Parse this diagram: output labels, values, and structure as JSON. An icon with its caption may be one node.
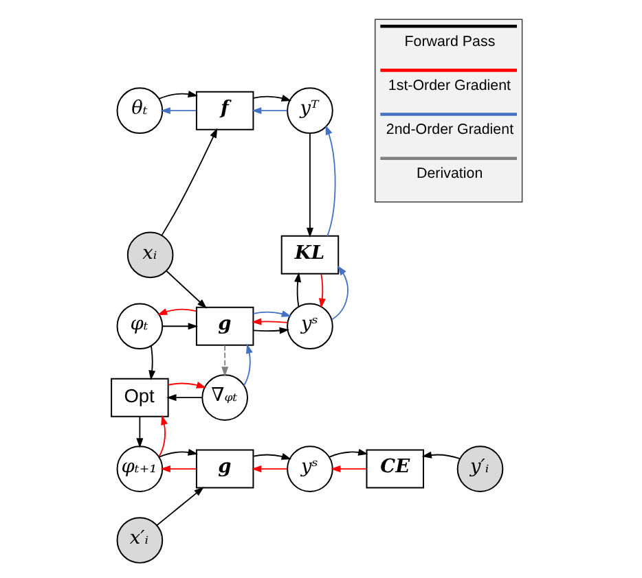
{
  "diagram": {
    "nodes": [
      {
        "text": [
          "θₜ"
        ]
      },
      {
        "text": [
          "f"
        ]
      },
      {
        "text": [
          "yᵀ"
        ]
      },
      {
        "text": [
          "xᵢ"
        ]
      },
      {
        "text": [
          "KL"
        ]
      },
      {
        "text": [
          "φₜ"
        ]
      },
      {
        "text": [
          "g"
        ]
      },
      {
        "text": [
          "yˢ"
        ]
      },
      {
        "text": [
          "Opt"
        ]
      },
      {
        "text": [
          "∇ᵩₜ"
        ]
      },
      {
        "text": [
          "φₜ₊₁"
        ]
      },
      {
        "text": [
          "g"
        ]
      },
      {
        "text": [
          "yˢ"
        ]
      },
      {
        "text": [
          "CE"
        ]
      },
      {
        "text": [
          "y′ᵢ"
        ]
      },
      {
        "text": [
          "x′ᵢ"
        ]
      }
    ],
    "edges": [
      {
        "from": 1,
        "to": 0,
        "arrow": "to",
        "color": "#4472c4"
      },
      {
        "from": 0,
        "to": 1,
        "arrow": "to"
      },
      {
        "from": 2,
        "to": 1,
        "arrow": "to",
        "color": "#4472c4"
      },
      {
        "from": 1,
        "to": 2,
        "arrow": "to"
      },
      {
        "from": 3,
        "to": 1,
        "arrow": "to"
      },
      {
        "from": 2,
        "to": 4,
        "arrow": "to"
      },
      {
        "from": 4,
        "to": 2,
        "arrow": "to",
        "color": "#4472c4"
      },
      {
        "from": 3,
        "to": 6,
        "arrow": "to"
      },
      {
        "from": 7,
        "to": 4,
        "arrow": "to"
      },
      {
        "from": 4,
        "to": 7,
        "arrow": "to",
        "color": "#ff0000"
      },
      {
        "from": 7,
        "to": 4,
        "arrow": "to",
        "color": "#4472c4"
      },
      {
        "from": 5,
        "to": 6,
        "arrow": "to"
      },
      {
        "from": 6,
        "to": 5,
        "arrow": "to",
        "color": "#ff0000"
      },
      {
        "from": 6,
        "to": 7,
        "arrow": "to"
      },
      {
        "from": 7,
        "to": 6,
        "arrow": "to",
        "color": "#ff0000"
      },
      {
        "from": 6,
        "to": 7,
        "arrow": "to",
        "color": "#4472c4"
      },
      {
        "from": 6,
        "to": 9,
        "arrow": "to",
        "style": "dashed",
        "color": "#808080"
      },
      {
        "from": 9,
        "to": 6,
        "arrow": "to",
        "color": "#4472c4"
      },
      {
        "from": 5,
        "to": 8,
        "arrow": "to"
      },
      {
        "from": 9,
        "to": 8,
        "arrow": "to"
      },
      {
        "from": 8,
        "to": 9,
        "arrow": "to",
        "color": "#ff0000"
      },
      {
        "from": 8,
        "to": 10,
        "arrow": "to"
      },
      {
        "from": 10,
        "to": 8,
        "arrow": "to",
        "color": "#ff0000"
      },
      {
        "from": 11,
        "to": 10,
        "arrow": "to",
        "color": "#ff0000"
      },
      {
        "from": 10,
        "to": 11,
        "arrow": "to"
      },
      {
        "from": 12,
        "to": 11,
        "arrow": "to",
        "color": "#ff0000"
      },
      {
        "from": 11,
        "to": 12,
        "arrow": "to"
      },
      {
        "from": 13,
        "to": 12,
        "arrow": "to",
        "color": "#ff0000"
      },
      {
        "from": 12,
        "to": 13,
        "arrow": "to"
      },
      {
        "from": 14,
        "to": 13,
        "arrow": "to"
      },
      {
        "from": 15,
        "to": 11,
        "arrow": "to"
      }
    ],
    "legend": [
      {
        "text": "Forward Pass",
        "color": "#000000"
      },
      {
        "text": "1st-Order Gradient",
        "color": "#ff0000"
      },
      {
        "text": "2nd-Order Gradient",
        "color": "#4472c4"
      },
      {
        "text": "Derivation",
        "color": "#808080"
      }
    ]
  }
}
